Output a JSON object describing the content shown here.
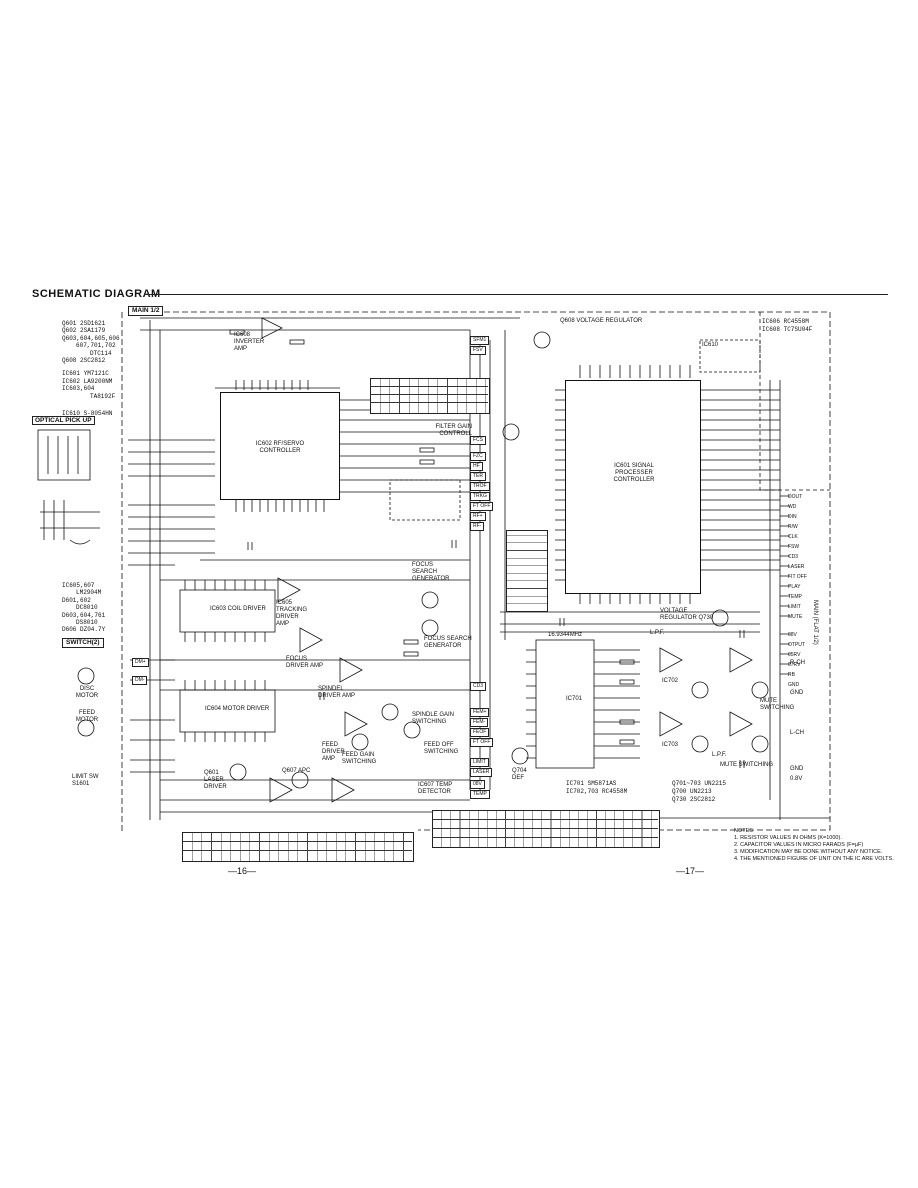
{
  "header": {
    "title": "SCHEMATIC DIAGRAM"
  },
  "main_label": "MAIN 1/2",
  "left_parts": [
    "Q601  2SD1621",
    "Q602  2SA1179",
    "Q603,604,605,606",
    "607,701,702",
    "DTC114",
    "Q608  2SC2812",
    "IC601  YM7121C",
    "IC602  LA9200NM",
    "IC603,604",
    "TA8192F",
    "IC610  S-8054HN"
  ],
  "ic_parts_right": [
    "IC606  RC4558M",
    "IC608  TC7SU04F"
  ],
  "optical_pickup": "OPTICAL PICK UP",
  "switch_label": "SWITCH(2)",
  "motors": [
    {
      "label": "DISC MOTOR"
    },
    {
      "label": "FEED MOTOR"
    }
  ],
  "limit_switch": "LIMIT SW S1601",
  "parts_mid": [
    "IC605,607",
    "LM2904M",
    "D601,602",
    "DC8010",
    "D603,604,761",
    "DS8010",
    "D606  DZ04.7Y"
  ],
  "blocks": {
    "ic608": "IC608 INVERTER AMP",
    "ic602": "IC602 RF/SERVO CONTROLLER",
    "ic603": "IC603 COIL DRIVER",
    "ic604": "IC604 MOTOR DRIVER",
    "ic601": "IC601 SIGNAL PROCESSER CONTROLLER",
    "q608": "Q608 VOLTAGE REGULATOR",
    "ic610": "IC610",
    "tracking_driver": "IC605 TRACKING DRIVER AMP",
    "focus_driver": "FOCUS DRIVER AMP",
    "spindle_driver": "SPINDEL DRIVER AMP",
    "feed_driver": "FEED DRIVER AMP",
    "focus_search_gen": "FOCUS SEARCH GENERATOR",
    "focus_search_gen2": "FOCUS SEARCH GENERATOR",
    "spindle_gain": "SPINDLE GAIN SWITCHING",
    "feed_gain": "FEED GAIN SWITCHING",
    "feed_off": "FEED OFF SWITCHING",
    "laser_driver": "Q601 LASER DRIVER",
    "apc": "Q607 APC",
    "temp_detector": "IC607 TEMP DETECTOR",
    "filter_gain": "FILTER GAIN CONTROLL",
    "ic701": "IC701",
    "ic702": "IC702",
    "ic703": "IC703",
    "lpf1": "L.P.F.",
    "lpf2": "L.P.F.",
    "mute1": "MUTE SWITCHING",
    "mute2": "MUTE SWITCHING",
    "voltage_reg2": "VOLTAGE REGULATOR Q730",
    "def": "Q704 DEF",
    "crystal": "16.9344MHz"
  },
  "bottom_parts": [
    "IC701  SM5871AS",
    "IC702,703  RC4558M",
    "Q701~703  UN2215",
    "Q700  UN2213",
    "Q730  2SC2812"
  ],
  "right_connector": "MAIN (FLAT 1/2)",
  "right_signals": [
    "DOUT",
    "WD",
    "DIN",
    "R/W",
    "CLK",
    "FSW",
    "CD3",
    "LASER",
    "FIT OFF",
    "PLAY",
    "TEMP",
    "LIMIT",
    "MUTE",
    "08V",
    "OTPUT",
    "05RV",
    "07RV",
    "RB",
    "GND",
    "R-CH",
    "GND",
    "L-CH",
    "GND",
    "0.8V"
  ],
  "signal_tags": [
    "SFM1",
    "FSV",
    "FCS",
    "FZC",
    "HF",
    "TER",
    "TROF",
    "TRKG",
    "FT OFF",
    "RF+",
    "RF-",
    "FEM+",
    "FEM-",
    "FEOF",
    "FT OFF",
    "LIMIT",
    "LASER",
    "08V",
    "TEMP",
    "CD3",
    "DM+",
    "DM-"
  ],
  "notes": {
    "title": "NOTES",
    "items": [
      "1. RESISTOR VALUES IN OHMS (K=1000).",
      "2. CAPACITOR VALUES IN MICRO FARADS (F=μF)",
      "3. MODIFICATION MAY BE DONE WITHOUT ANY NOTICE.",
      "4. THE MENTIONED FIGURE OF UNIT ON THE IC ARE VOLTS."
    ]
  },
  "page_numbers": {
    "left": "—16—",
    "right": "—17—"
  },
  "colors": {
    "ink": "#111111",
    "paper": "#ffffff"
  }
}
